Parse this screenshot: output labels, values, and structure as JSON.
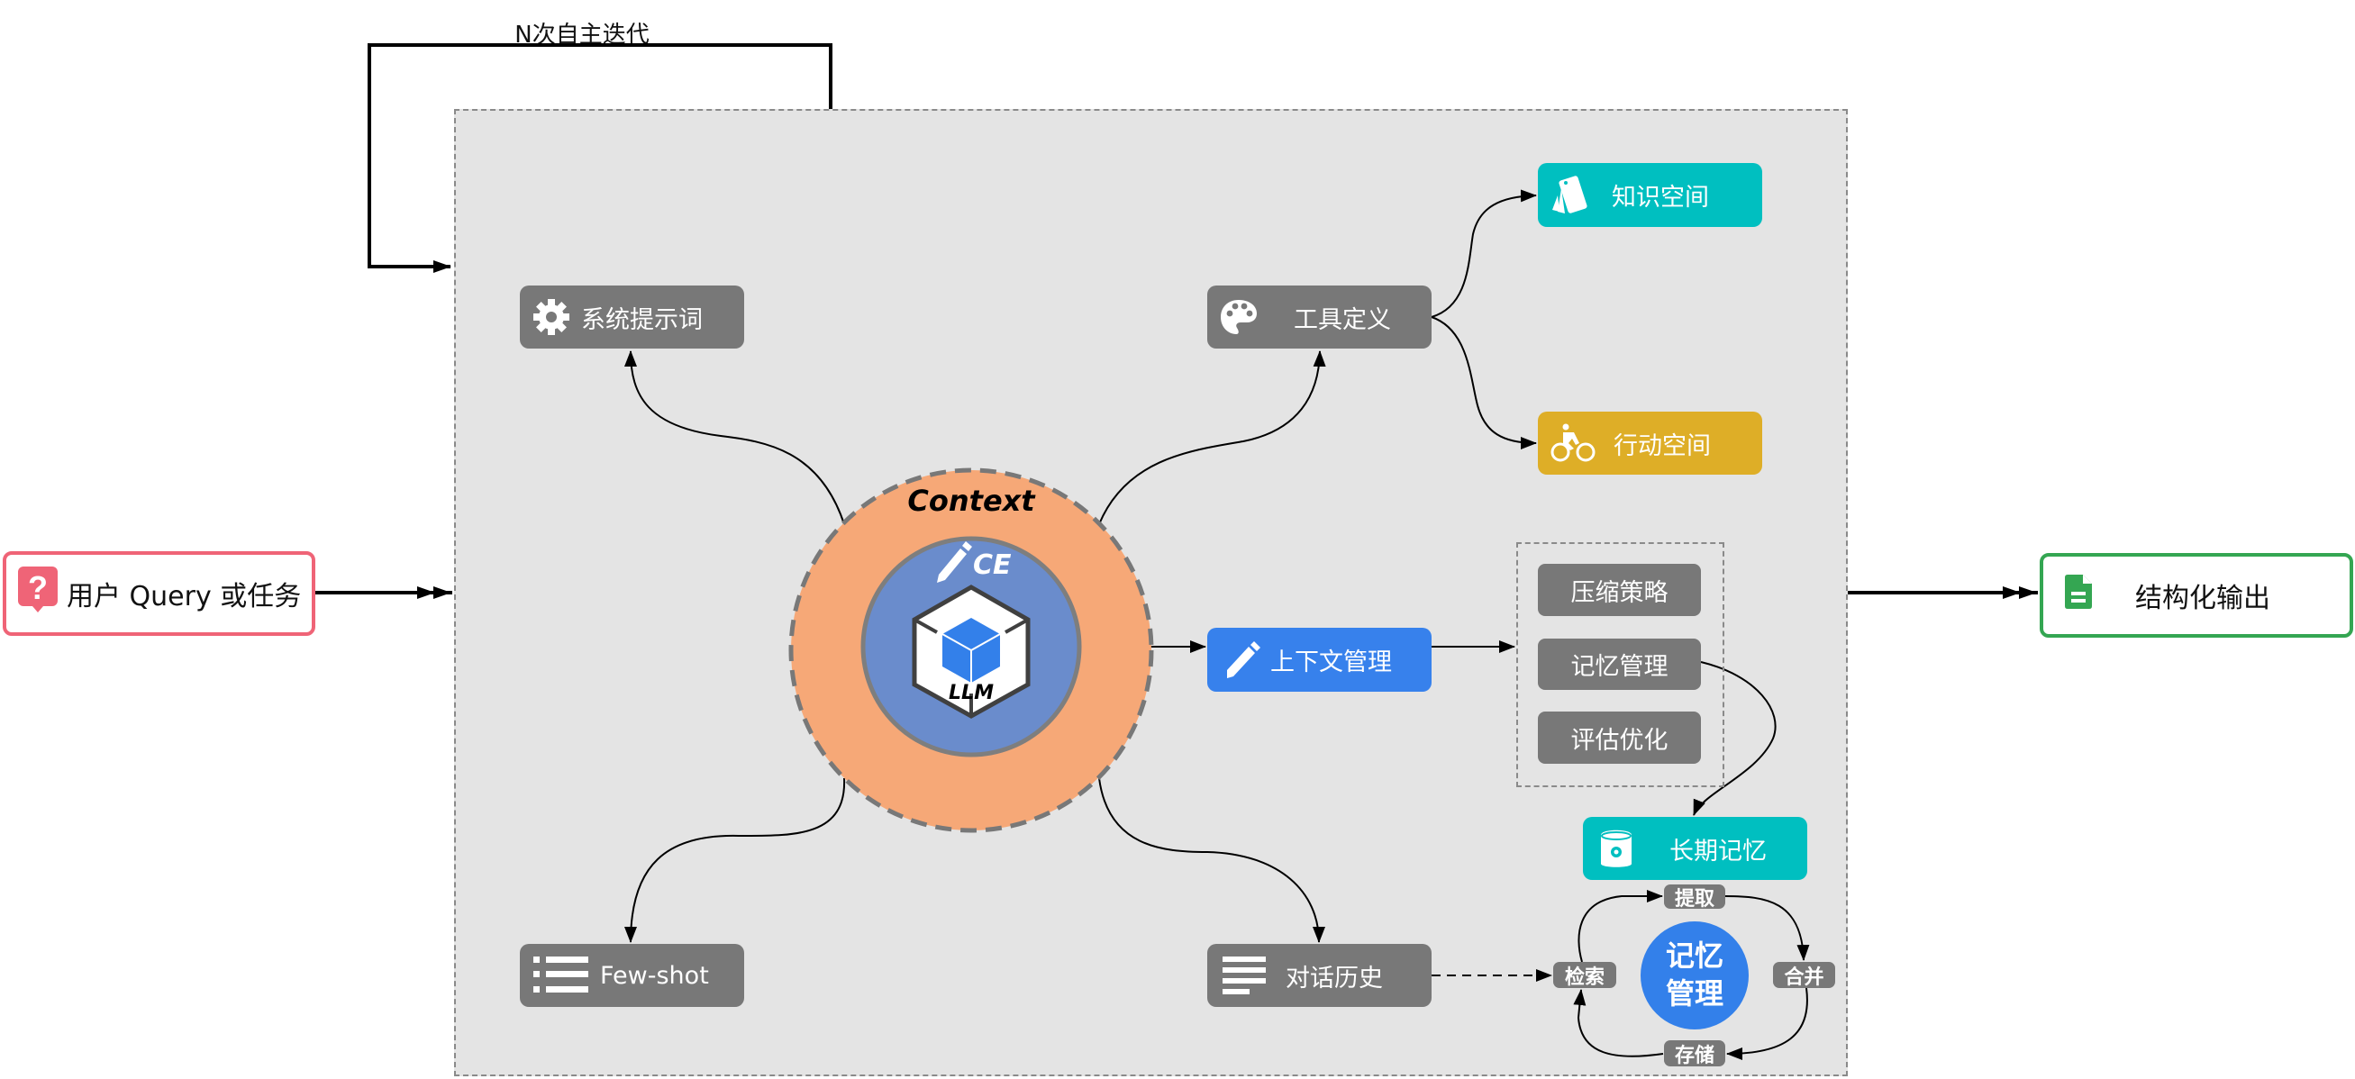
{
  "loop": {
    "label": "N次自主迭代"
  },
  "input": {
    "label": "用户 Query 或任务",
    "icon": "question-icon",
    "border_color": "#ef6477"
  },
  "output": {
    "label": "结构化输出",
    "icon": "document-icon",
    "border_color": "#34a652"
  },
  "core": {
    "context_label": "Context",
    "ce_label": "CE",
    "llm_label": "LLM",
    "outer_color": "#f6a877",
    "inner_color": "#6a8ccc"
  },
  "nodes": {
    "system_prompt": {
      "label": "系统提示词",
      "icon": "gear-icon"
    },
    "tool_definition": {
      "label": "工具定义",
      "icon": "palette-icon"
    },
    "knowledge_space": {
      "label": "知识空间",
      "icon": "cards-icon"
    },
    "action_space": {
      "label": "行动空间",
      "icon": "bicycle-icon"
    },
    "context_management": {
      "label": "上下文管理",
      "icon": "pencil-icon"
    },
    "few_shot": {
      "label": "Few-shot",
      "icon": "list-icon"
    },
    "dialog_history": {
      "label": "对话历史",
      "icon": "lines-icon"
    },
    "long_term_memory": {
      "label": "长期记忆",
      "icon": "database-icon"
    }
  },
  "context_strategies": [
    "压缩策略",
    "记忆管理",
    "评估优化"
  ],
  "memory_cycle": {
    "center_line1": "记忆",
    "center_line2": "管理",
    "steps": {
      "extract": "提取",
      "merge": "合并",
      "store": "存储",
      "retrieve": "检索"
    }
  },
  "colors": {
    "node_grey": "#787878",
    "teal": "#00bfc0",
    "gold": "#deae27",
    "blue": "#3781ec",
    "container_bg": "#e4e4e4"
  }
}
